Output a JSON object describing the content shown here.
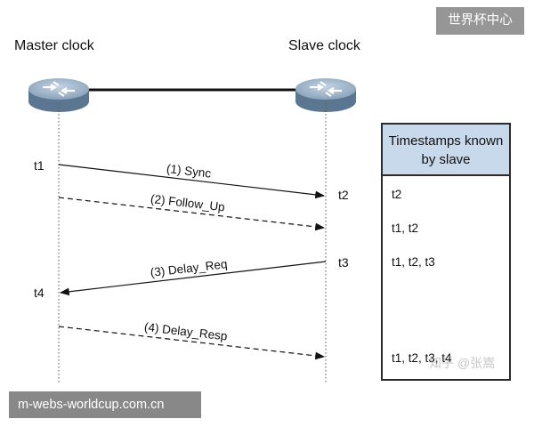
{
  "diagram": {
    "master_label": "Master clock",
    "slave_label": "Slave clock",
    "times": {
      "t1": "t1",
      "t2": "t2",
      "t3": "t3",
      "t4": "t4"
    },
    "messages": {
      "sync": "(1) Sync",
      "follow_up": "(2) Follow_Up",
      "delay_req": "(3) Delay_Req",
      "delay_resp": "(4) Delay_Resp"
    },
    "timestamps_title": "Timestamps known by slave",
    "timestamps": [
      "t2",
      "t1, t2",
      "t1, t2, t3",
      "t1, t2, t3, t4"
    ],
    "icons": {
      "master": "router-icon",
      "slave": "router-icon"
    },
    "colors": {
      "header_fill": "#c9d9ec",
      "router_top": "#9ab0c6",
      "router_side": "#5a7690"
    }
  },
  "watermarks": {
    "top_right": "世界杯中心",
    "bottom_left": "m-webs-worldcup.com.cn",
    "zhihu": "知乎 @张嵩"
  }
}
